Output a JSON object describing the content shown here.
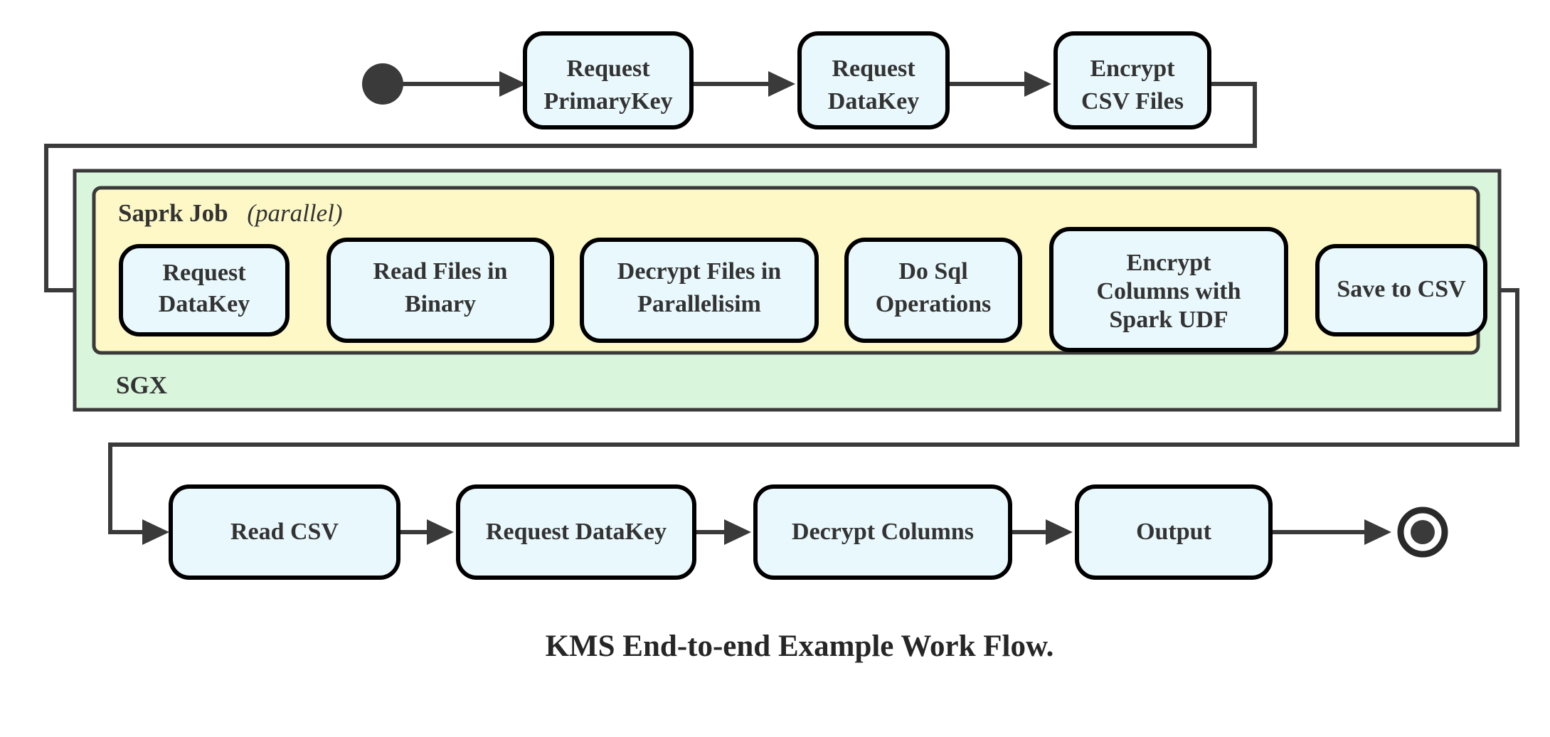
{
  "diagram": {
    "caption": "KMS End-to-end Example Work Flow.",
    "colors": {
      "box_fill": "#e9f8fc",
      "box_stroke": "#000000",
      "sgx_panel_fill": "#d9f5dc",
      "spark_panel_fill": "#fdf8c6",
      "panel_stroke": "#3a3a3a",
      "edge": "#3a3a3a",
      "text": "#333333",
      "background": "#ffffff"
    },
    "panels": {
      "sgx": {
        "label": "SGX"
      },
      "spark": {
        "label_bold": "Saprk Job",
        "label_italic": "(parallel)"
      }
    },
    "nodes": {
      "start": {
        "name": "start-node"
      },
      "end": {
        "name": "end-node"
      },
      "row_top": [
        {
          "id": "request-primarykey",
          "lines": [
            "Request",
            "PrimaryKey"
          ]
        },
        {
          "id": "request-datakey-top",
          "lines": [
            "Request",
            "DataKey"
          ]
        },
        {
          "id": "encrypt-csv-files",
          "lines": [
            "Encrypt",
            "CSV Files"
          ]
        }
      ],
      "row_middle": [
        {
          "id": "request-datakey-spark",
          "lines": [
            "Request",
            "DataKey"
          ]
        },
        {
          "id": "read-files-in-binary",
          "lines": [
            "Read Files in",
            "Binary"
          ]
        },
        {
          "id": "decrypt-files-in-parallelisim",
          "lines": [
            "Decrypt Files in",
            "Parallelisim"
          ]
        },
        {
          "id": "do-sql-operations",
          "lines": [
            "Do Sql",
            "Operations"
          ]
        },
        {
          "id": "encrypt-columns-with-spark-udf",
          "lines": [
            "Encrypt",
            "Columns with",
            "Spark UDF"
          ]
        },
        {
          "id": "save-to-csv",
          "lines": [
            "Save to CSV"
          ]
        }
      ],
      "row_bottom": [
        {
          "id": "read-csv",
          "lines": [
            "Read CSV"
          ]
        },
        {
          "id": "request-datakey-bottom",
          "lines": [
            "Request DataKey"
          ]
        },
        {
          "id": "decrypt-columns",
          "lines": [
            "Decrypt Columns"
          ]
        },
        {
          "id": "output",
          "lines": [
            "Output"
          ]
        }
      ]
    },
    "flow_order": [
      "start",
      "Request PrimaryKey",
      "Request DataKey",
      "Encrypt CSV Files",
      "Request DataKey",
      "Read Files in Binary",
      "Decrypt Files in Parallelisim",
      "Do Sql Operations",
      "Encrypt Columns with Spark UDF",
      "Save to CSV",
      "Read CSV",
      "Request DataKey",
      "Decrypt Columns",
      "Output",
      "end"
    ]
  }
}
